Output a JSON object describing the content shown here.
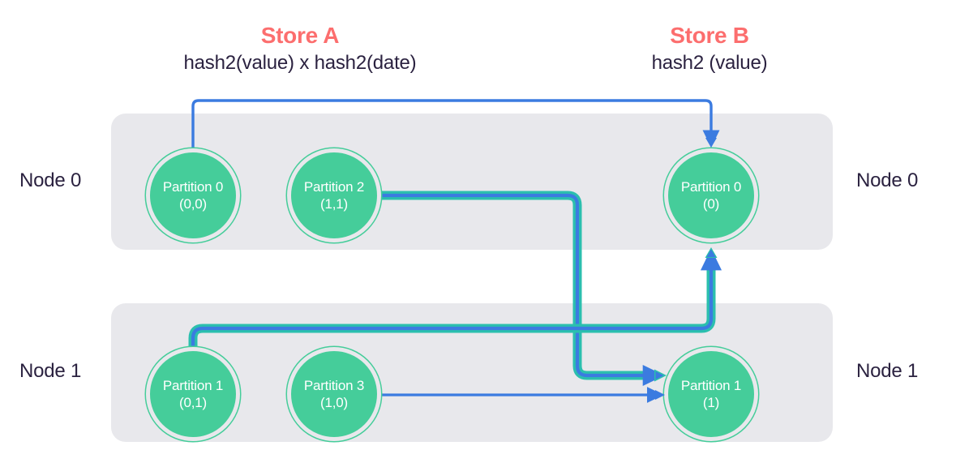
{
  "diagram": {
    "title_left": "Store A",
    "subtitle_left": "hash2(value) x hash2(date)",
    "title_right": "Store B",
    "subtitle_right": "hash2 (value)",
    "colors": {
      "accent_title": "#FC6E6E",
      "text": "#2B2240",
      "node_box": "#E8E8EC",
      "partition_fill": "#45CD9A",
      "partition_text": "#FFFFFF",
      "arrow_blue": "#3B7BE0",
      "arrow_teal": "#1FB3B8"
    }
  },
  "labels": {
    "left": [
      {
        "text": "Node 0"
      },
      {
        "text": "Node 1"
      }
    ],
    "right": [
      {
        "text": "Node 0"
      },
      {
        "text": "Node 1"
      }
    ]
  },
  "store_a": {
    "nodes": [
      {
        "name": "Node 0",
        "partitions": [
          {
            "name": "Partition 0",
            "key": "(0,0)"
          },
          {
            "name": "Partition 2",
            "key": "(1,1)"
          }
        ]
      },
      {
        "name": "Node 1",
        "partitions": [
          {
            "name": "Partition 1",
            "key": "(0,1)"
          },
          {
            "name": "Partition 3",
            "key": "(1,0)"
          }
        ]
      }
    ]
  },
  "store_b": {
    "nodes": [
      {
        "name": "Node 0",
        "partitions": [
          {
            "name": "Partition 0",
            "key": "(0)"
          }
        ]
      },
      {
        "name": "Node 1",
        "partitions": [
          {
            "name": "Partition 1",
            "key": "(1)"
          }
        ]
      }
    ]
  },
  "edges": [
    {
      "id": "p0-to-b0",
      "from": "Partition 0 (0,0)",
      "to": "Partition 0 (0)",
      "style": "blue"
    },
    {
      "id": "p2-to-b1",
      "from": "Partition 2 (1,1)",
      "to": "Partition 1 (1)",
      "style": "teal"
    },
    {
      "id": "p1-to-b0",
      "from": "Partition 1 (0,1)",
      "to": "Partition 0 (0)",
      "style": "teal"
    },
    {
      "id": "p3-to-b1",
      "from": "Partition 3 (1,0)",
      "to": "Partition 1 (1)",
      "style": "blue"
    }
  ]
}
